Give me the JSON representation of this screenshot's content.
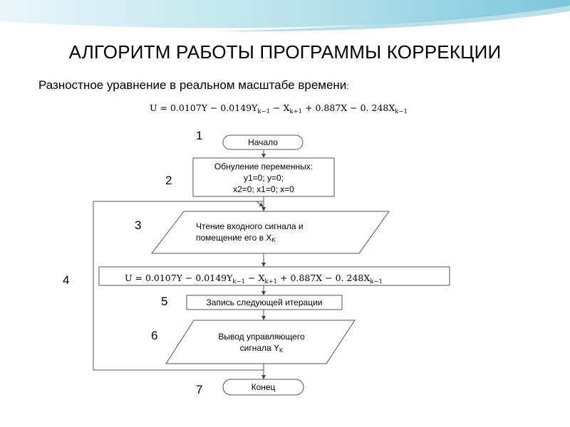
{
  "title": "АЛГОРИТМ РАБОТЫ ПРОГРАММЫ КОРРЕКЦИИ",
  "subtitle": "Разностное уравнение в реальном масштабе времени",
  "subtitle_colon": ":",
  "formula": {
    "prefix": "U = 0.0107Y − 0.0149Y",
    "sub1": "k−1",
    "part2": " − X",
    "sub2": "k+1",
    "part3": " + 0.887X − 0. 248X",
    "sub3": "k−1"
  },
  "steps": {
    "n1": "1",
    "n2": "2",
    "n3": "3",
    "n4": "4",
    "n5": "5",
    "n6": "6",
    "n7": "7"
  },
  "blocks": {
    "start": "Начало",
    "reset_line1": "Обнуление переменных:",
    "reset_line2": "y1=0; y=0;",
    "reset_line3": "x2=0; x1=0; x=0",
    "read_line1": "Чтение входного сигнала и",
    "read_line2": "помещение его в X",
    "read_sub": "K",
    "write": "Запись следующей итерации",
    "output_line1": "Вывод управляющего",
    "output_line2": "сигнала Y",
    "output_sub": "K",
    "end": "Конец"
  },
  "colors": {
    "swoosh_light": "#d4eef4",
    "swoosh_mid": "#9ed5e3",
    "swoosh_dark": "#5fb8cf",
    "lines": "#333333"
  }
}
